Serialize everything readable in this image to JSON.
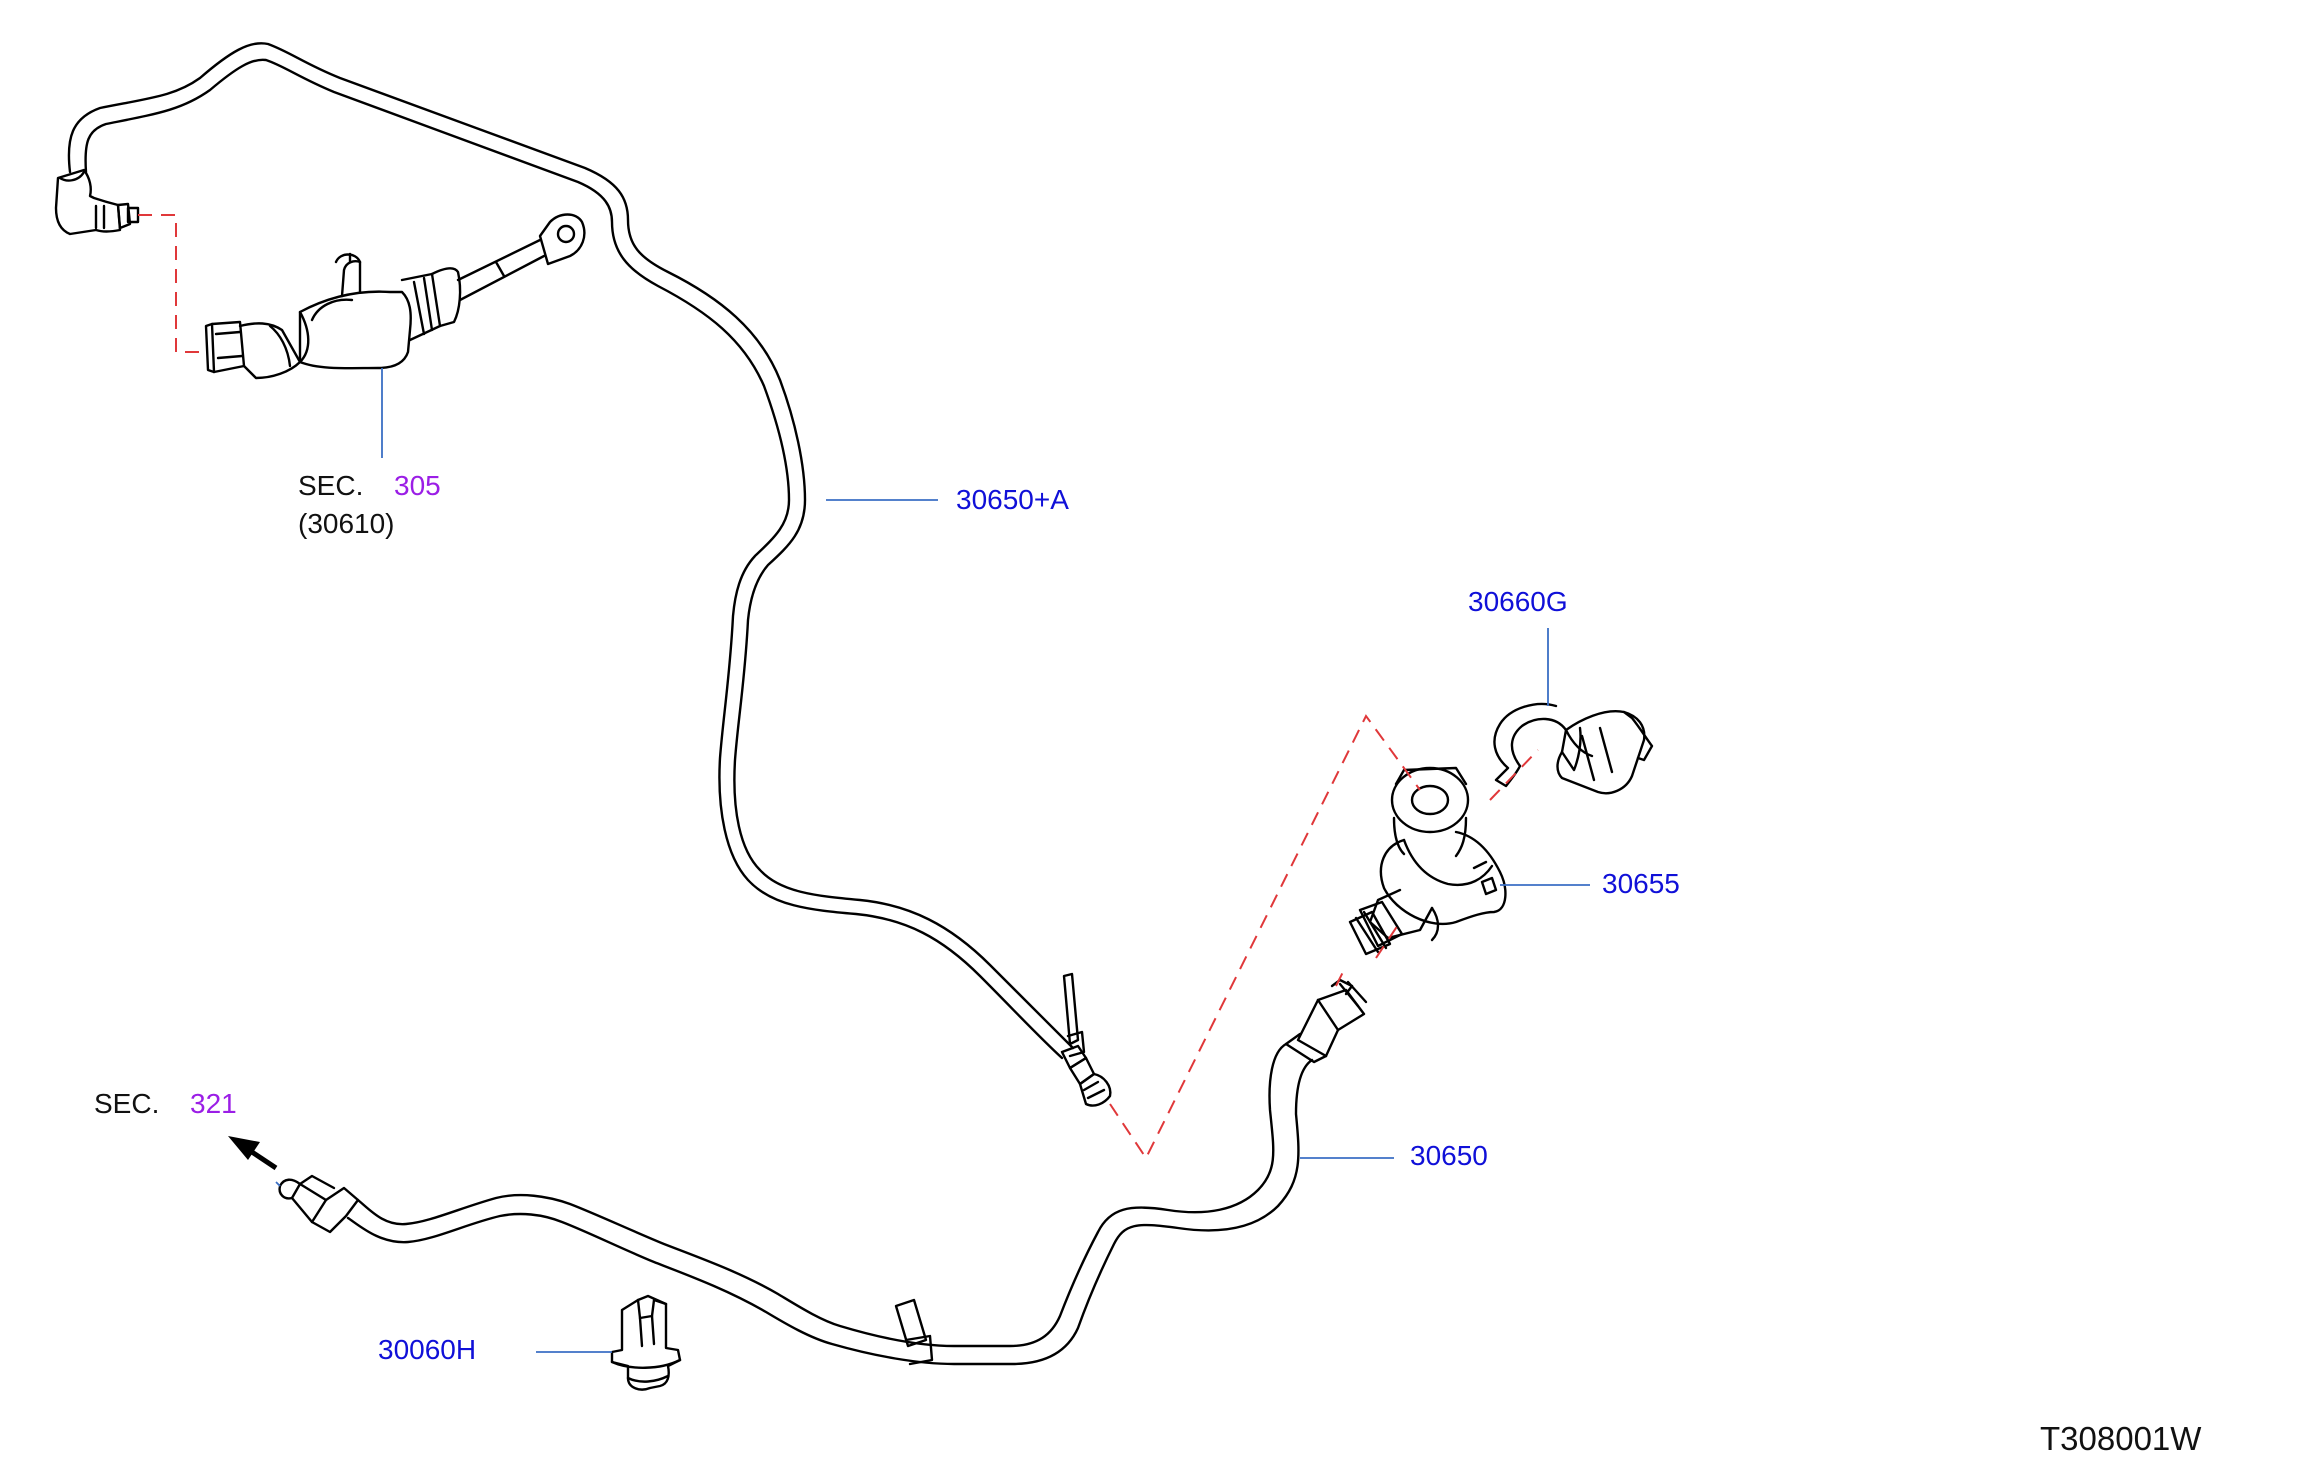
{
  "labels": {
    "sec_prefix": "SEC.",
    "sec_305": "305",
    "ref_30610": "(30610)",
    "part_30650A": "30650+A",
    "part_30660G": "30660G",
    "part_30655": "30655",
    "part_30650": "30650",
    "sec_321": "321",
    "part_30060H": "30060H",
    "diagram_code": "T308001W"
  },
  "colors": {
    "outline": "#000000",
    "leader": "#3b6fc4",
    "dash": "#e0383a",
    "part_label": "#1010d8",
    "section_number": "#9b1ee6",
    "text": "#111111"
  },
  "icons": [
    "arrow-icon"
  ]
}
